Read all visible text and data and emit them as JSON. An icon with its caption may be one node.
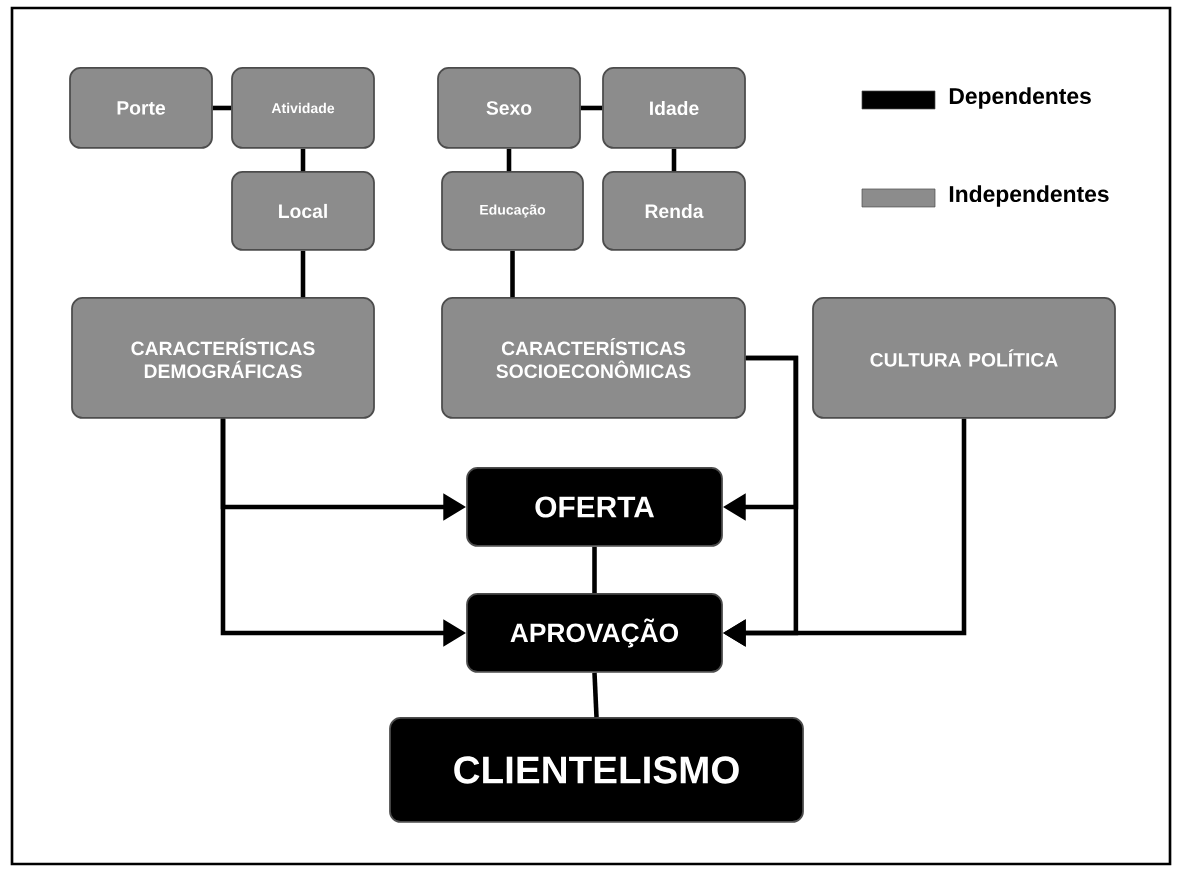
{
  "diagram": {
    "nodes": [
      {
        "text": [
          "Porte"
        ]
      },
      {
        "text": [
          "Atividade"
        ]
      },
      {
        "text": [
          "Sexo"
        ]
      },
      {
        "text": [
          "Idade"
        ]
      },
      {
        "text": [
          "Local"
        ]
      },
      {
        "text": [
          "Educação"
        ]
      },
      {
        "text": [
          "Renda"
        ]
      },
      {
        "text": [
          "CARACTERÍSTICAS DEMOGRÁFICAS"
        ]
      },
      {
        "text": [
          "CARACTERÍSTICAS SOCIOECONÔMICAS"
        ]
      },
      {
        "text": [
          "CULTURA POLÍTICA"
        ]
      },
      {
        "text": [
          "OFERTA"
        ]
      },
      {
        "text": [
          "APROVAÇÃO"
        ]
      },
      {
        "text": [
          "CLIENTELISMO"
        ]
      }
    ],
    "edges": [
      {
        "from": 0,
        "to": 1,
        "arrow": "none"
      },
      {
        "from": 2,
        "to": 3,
        "arrow": "none"
      },
      {
        "from": 1,
        "to": 4,
        "arrow": "none"
      },
      {
        "from": 2,
        "to": 5,
        "arrow": "none"
      },
      {
        "from": 3,
        "to": 6,
        "arrow": "none"
      },
      {
        "from": 4,
        "to": 7,
        "arrow": "none"
      },
      {
        "from": 5,
        "to": 8,
        "arrow": "none"
      },
      {
        "from": 7,
        "to": 10,
        "arrow": "to"
      },
      {
        "from": 7,
        "to": 11,
        "arrow": "to"
      },
      {
        "from": 8,
        "to": 10,
        "arrow": "to"
      },
      {
        "from": 8,
        "to": 11,
        "arrow": "to"
      },
      {
        "from": 9,
        "to": 11,
        "arrow": "to"
      },
      {
        "from": 10,
        "to": 11,
        "arrow": "none"
      },
      {
        "from": 11,
        "to": 12,
        "arrow": "none"
      }
    ],
    "legend": [
      {
        "text": "Dependentes",
        "color": "#000000"
      },
      {
        "text": "Independentes",
        "color": "#8c8c8c"
      }
    ]
  }
}
